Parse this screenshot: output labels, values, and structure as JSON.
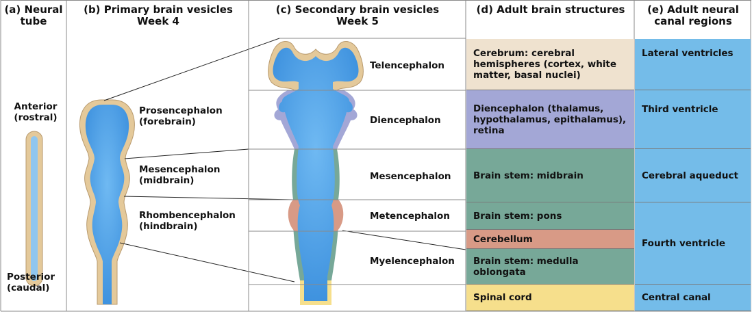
{
  "columns": {
    "a": "(a) Neural tube",
    "b_line1": "(b) Primary brain vesicles",
    "b_line2": "Week 4",
    "c_line1": "(c) Secondary brain vesicles",
    "c_line2": "Week 5",
    "d": "(d) Adult brain structures",
    "e_line1": "(e) Adult neural",
    "e_line2": "canal regions"
  },
  "neural_tube": {
    "anterior": "Anterior",
    "anterior_sub": "(rostral)",
    "posterior": "Posterior",
    "posterior_sub": "(caudal)"
  },
  "primary": {
    "pros": "Prosencephalon",
    "pros_sub": "(forebrain)",
    "mes": "Mesencephalon",
    "mes_sub": "(midbrain)",
    "rhomb": "Rhombencephalon",
    "rhomb_sub": "(hindbrain)"
  },
  "secondary": {
    "telen": "Telencephalon",
    "dien": "Diencephalon",
    "mesen": "Mesencephalon",
    "meten": "Metencephalon",
    "myelen": "Myelencephalon"
  },
  "adult": {
    "cerebrum": "Cerebrum: cerebral hemispheres (cortex, white matter, basal nuclei)",
    "diencephalon": "Diencephalon (thalamus, hypothalamus, epithalamus), retina",
    "midbrain": "Brain stem: midbrain",
    "pons": "Brain stem: pons",
    "cerebellum": "Cerebellum",
    "medulla": "Brain stem: medulla oblongata",
    "spinal": "Spinal cord"
  },
  "canal": {
    "lateral": "Lateral ventricles",
    "third": "Third ventricle",
    "aqueduct": "Cerebral aqueduct",
    "fourth": "Fourth ventricle",
    "central": "Central canal"
  },
  "colors": {
    "telencephalon": "#efe2cf",
    "diencephalon": "#a3a7d6",
    "brainstem": "#77a898",
    "cerebellum": "#d89a86",
    "spinal": "#f6df8c",
    "canal": "#74bce9",
    "lumen": "#4da3e8",
    "wall": "#e4c99a"
  }
}
